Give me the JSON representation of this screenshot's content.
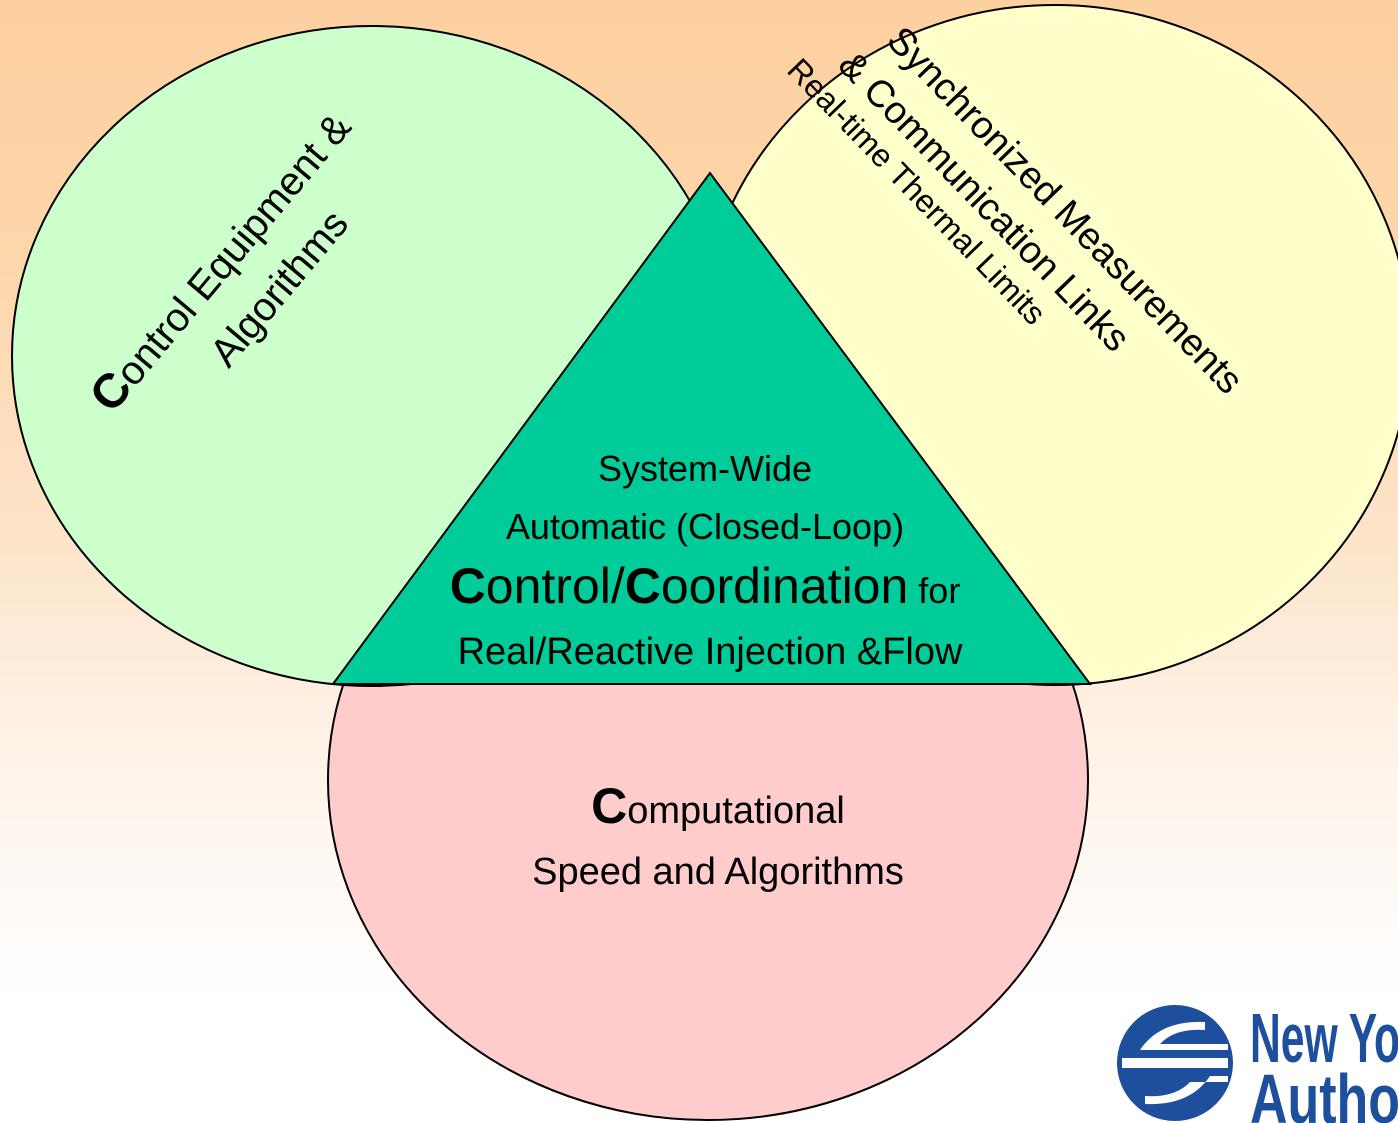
{
  "slide": {
    "background_top": "#fdd0a0",
    "background_bottom": "#ffffff"
  },
  "diagram": {
    "circle_control": {
      "fill": "#ccffcc",
      "initial": "C",
      "line1_rest": "ontrol Equipment &",
      "line2": "Algorithms"
    },
    "circle_measurements": {
      "fill": "#ffffcc",
      "line1": "Synchronized Measurements",
      "line2": "& Communication Links",
      "line3": "Real-time Thermal Limits"
    },
    "circle_computational": {
      "fill": "#ffcccc",
      "initial": "C",
      "line1_rest": "omputational",
      "line2": "Speed and Algorithms"
    },
    "center_triangle": {
      "fill": "#00cc99",
      "line1": "System-Wide",
      "line2": "Automatic (Closed-Loop)",
      "line3_c1": "C",
      "line3_mid": "ontrol/",
      "line3_c2": "C",
      "line3_rest": "oordination",
      "line3_for": "for",
      "line4": "Real/Reactive Injection &Flow"
    }
  },
  "logo": {
    "text_line1": "New Yo",
    "text_line2": "Autho",
    "color": "#1e4f9c"
  }
}
